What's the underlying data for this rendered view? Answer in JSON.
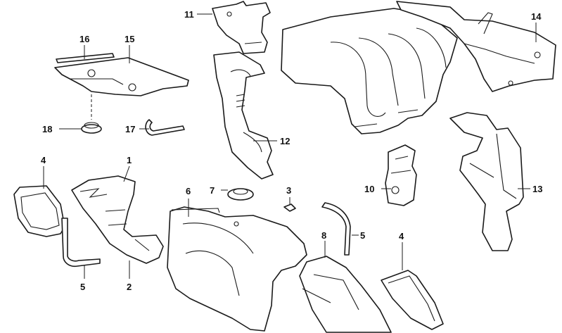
{
  "labels": {
    "l1": "1",
    "l2": "2",
    "l3": "3",
    "l4a": "4",
    "l4b": "4",
    "l5a": "5",
    "l5b": "5",
    "l6": "6",
    "l7": "7",
    "l8": "8",
    "l10": "10",
    "l11": "11",
    "l12": "12",
    "l13": "13",
    "l14": "14",
    "l15": "15",
    "l16": "16",
    "l17": "17",
    "l18": "18"
  }
}
